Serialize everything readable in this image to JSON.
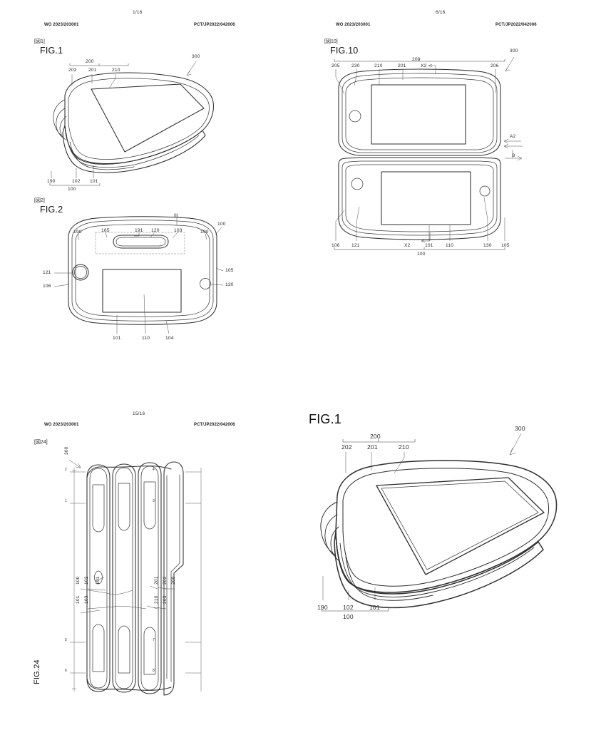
{
  "document": {
    "type": "patent-drawing-sheets",
    "publication_number": "WO 2023/203001",
    "application_number": "PCT/JP2022/042006"
  },
  "sheets": [
    {
      "id": "sheet-1",
      "page_number": "1/16",
      "header_left": "WO 2023/203001",
      "header_right": "PCT/JP2022/042006",
      "figures": [
        {
          "bracket": "[図1]",
          "label": "FIG.1",
          "callouts": {
            "group_200": "200",
            "top": [
              "202",
              "201",
              "210"
            ],
            "device_300": "300",
            "bottom": [
              "190",
              "102",
              "101"
            ],
            "group_100": "100"
          }
        },
        {
          "bracket": "[図2]",
          "label": "FIG.2",
          "callouts": {
            "section_mark": "III",
            "top": [
              "190",
              "165",
              "191",
              "120",
              "103",
              "190"
            ],
            "device_100": "100",
            "left": [
              "121",
              "106"
            ],
            "right": [
              "105",
              "130"
            ],
            "bottom": [
              "101",
              "110",
              "104"
            ]
          }
        }
      ]
    },
    {
      "id": "sheet-6",
      "page_number": "6/16",
      "header_left": "WO 2023/203001",
      "header_right": "PCT/JP2022/042006",
      "figures": [
        {
          "bracket": "[図10]",
          "label": "FIG.10",
          "callouts": {
            "group_200": "200",
            "device_300": "300",
            "top": [
              "205",
              "230",
              "210",
              "201",
              "X2",
              "206"
            ],
            "side": [
              "A2",
              "B"
            ],
            "bottom": [
              "106",
              "121",
              "X2",
              "101",
              "110",
              "130",
              "105"
            ],
            "group_100": "100"
          }
        }
      ]
    },
    {
      "id": "sheet-15",
      "page_number": "15/16",
      "header_left": "WO 2023/203001",
      "header_right": "PCT/JP2022/042006",
      "figures": [
        {
          "bracket": "[図24]",
          "label": "FIG.24",
          "callouts": {
            "device_300": "300",
            "left_column": [
              "191",
              "100",
              "102",
              "103",
              "101"
            ],
            "right_column": [
              "200",
              "202",
              "203",
              "210",
              "201"
            ],
            "edge_marks_left": [
              "2",
              "1",
              "5",
              "6"
            ],
            "edge_marks_right": [
              "4",
              "3",
              "7",
              "8"
            ]
          }
        }
      ]
    },
    {
      "id": "sheet-detail",
      "page_number": "",
      "header_left": "",
      "header_right": "",
      "figures": [
        {
          "bracket": "",
          "label": "FIG.1",
          "callouts": {
            "group_200": "200",
            "top": [
              "202",
              "201",
              "210"
            ],
            "device_300": "300",
            "bottom": [
              "190",
              "102",
              "101"
            ],
            "group_100": "100"
          }
        }
      ]
    }
  ]
}
